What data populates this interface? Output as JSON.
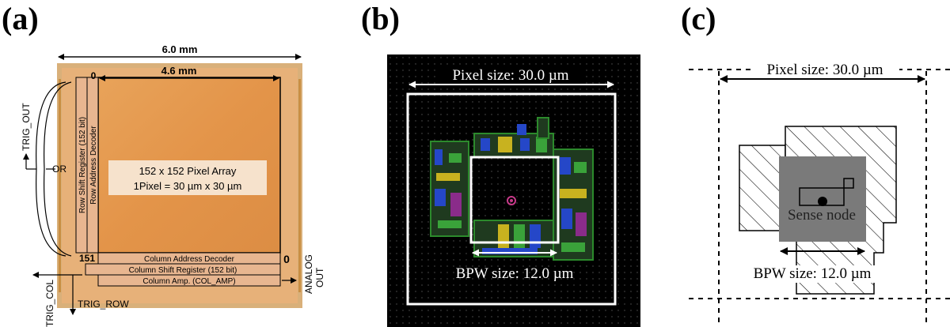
{
  "labels": {
    "a": "(a)",
    "b": "(b)",
    "c": "(c)"
  },
  "panel_a": {
    "width_chip": "6.0 mm",
    "width_array": "4.6 mm",
    "pixel_array_line1": "152 x 152 Pixel Array",
    "pixel_array_line2": "1Pixel = 30 µm x 30 µm",
    "row_shift_register": "Row Shift Register (152 bit)",
    "row_address_decoder": "Row Address Decoder",
    "column_address_decoder": "Column Address Decoder",
    "column_shift_register": "Column Shift Register (152 bit)",
    "column_amp": "Column Amp. (COL_AMP)",
    "index_zero_top": "0",
    "index_151": "151",
    "index_zero_right": "0",
    "trig_out": "TRIG_OUT",
    "or_label": "OR",
    "trig_col": "TRIG_COL",
    "trig_row": "TRIG_ROW",
    "analog_out_1": "ANALOG",
    "analog_out_2": "OUT",
    "colors": {
      "chip": "#e49a4c",
      "frame": "#d9b07a",
      "text_box": "#f6e2cc"
    }
  },
  "panel_b": {
    "pixel_size": "Pixel size: 30.0 µm",
    "bpw_size": "BPW size: 12.0 µm"
  },
  "panel_c": {
    "pixel_size": "Pixel size: 30.0 µm",
    "sense_node": "Sense node",
    "bpw_size": "BPW size: 12.0 µm"
  }
}
